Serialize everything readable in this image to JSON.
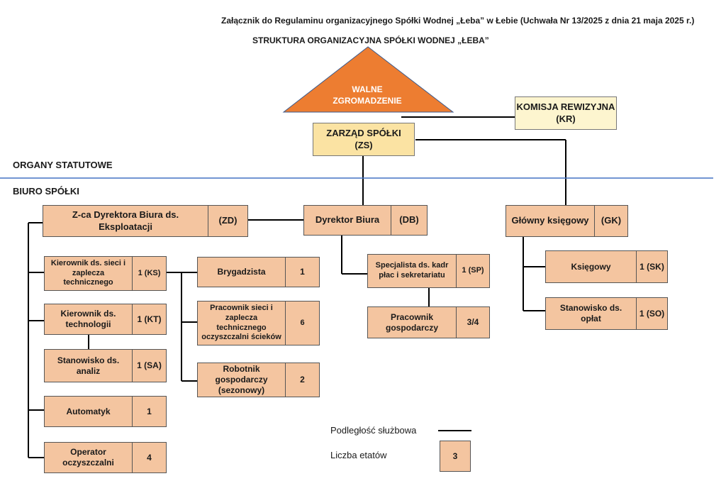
{
  "header": {
    "annex": "Załącznik do Regulaminu organizacyjnego Spółki Wodnej „Łeba” w Łebie (Uchwała Nr 13/2025 z dnia 21 maja 2025 r.)",
    "title": "STRUKTURA ORGANIZACYJNA SPÓŁKI WODNEJ „ŁEBA”"
  },
  "sections": {
    "statutory": "ORGANY STATUTOWE",
    "office": "BIURO SPÓŁKI"
  },
  "organs": {
    "assembly": "WALNE ZGROMADZENIE",
    "board_name": "ZARZĄD SPÓŁKI",
    "board_code": "(ZS)",
    "audit_name": "KOMISJA REWIZYJNA",
    "audit_code": "(KR)"
  },
  "units": {
    "zd": {
      "label": "Z-ca Dyrektora Biura ds. Eksploatacji",
      "count": "(ZD)"
    },
    "db": {
      "label": "Dyrektor Biura",
      "count": "(DB)"
    },
    "gk": {
      "label": "Główny księgowy",
      "count": "(GK)"
    },
    "ks": {
      "label": "Kierownik ds. sieci i zaplecza technicznego",
      "count": "1 (KS)"
    },
    "kt": {
      "label": "Kierownik ds. technologii",
      "count": "1 (KT)"
    },
    "sa": {
      "label": "Stanowisko ds. analiz",
      "count": "1 (SA)"
    },
    "automatyk": {
      "label": "Automatyk",
      "count": "1"
    },
    "operator": {
      "label": "Operator oczyszczalni",
      "count": "4"
    },
    "brygadzista": {
      "label": "Brygadzista",
      "count": "1"
    },
    "pracownik_sieci": {
      "label": "Pracownik sieci i zaplecza technicznego oczyszczalni ścieków",
      "count": "6"
    },
    "robotnik": {
      "label": "Robotnik gospodarczy (sezonowy)",
      "count": "2"
    },
    "sp": {
      "label": "Specjalista ds. kadr płac i sekretariatu",
      "count": "1 (SP)"
    },
    "pg": {
      "label": "Pracownik gospodarczy",
      "count": "3/4"
    },
    "sk": {
      "label": "Księgowy",
      "count": "1 (SK)"
    },
    "so": {
      "label": "Stanowisko ds. opłat",
      "count": "1 (SO)"
    }
  },
  "legend": {
    "subordination": "Podległość służbowa",
    "positions": "Liczba etatów",
    "positions_sample": "3"
  },
  "colors": {
    "assembly": "#ed7d31",
    "board": "#fbe3a3",
    "audit": "#fdf5cf",
    "unit": "#f4c5a0",
    "divider": "#4472c4"
  }
}
